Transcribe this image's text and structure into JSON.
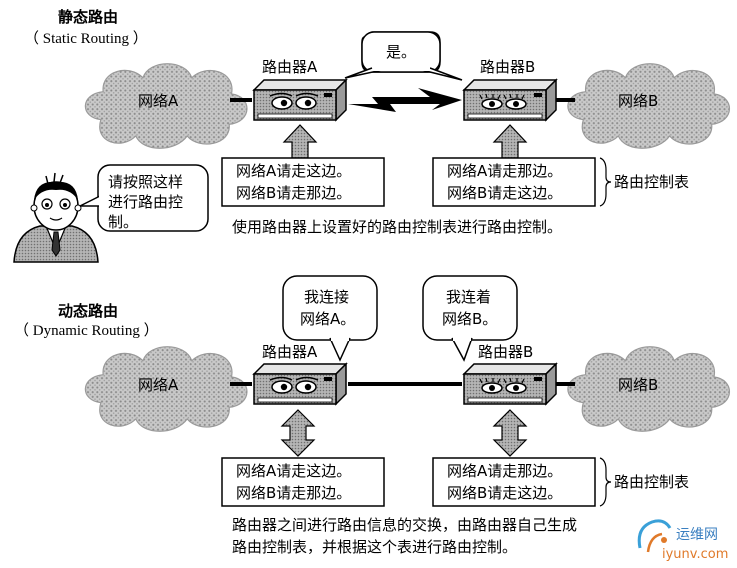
{
  "static": {
    "title": "静态路由",
    "subtitle": "（ Static Routing ）",
    "network_a": "网络A",
    "network_b": "网络B",
    "router_a": "路由器A",
    "router_b": "路由器B",
    "bubble_b": "是。",
    "person_bubble_line1": "请按照这样",
    "person_bubble_line2": "进行路由控",
    "person_bubble_line3": "制。",
    "table_a": [
      "网络A请走这边。",
      "网络B请走那边。"
    ],
    "table_b": [
      "网络A请走那边。",
      "网络B请走这边。"
    ],
    "table_label": "路由控制表",
    "caption": "使用路由器上设置好的路由控制表进行路由控制。"
  },
  "dynamic": {
    "title": "动态路由",
    "subtitle": "（ Dynamic Routing ）",
    "network_a": "网络A",
    "network_b": "网络B",
    "router_a": "路由器A",
    "router_b": "路由器B",
    "bubble_a_line1": "我连接",
    "bubble_a_line2": "网络A。",
    "bubble_b_line1": "我连着",
    "bubble_b_line2": "网络B。",
    "table_a": [
      "网络A请走这边。",
      "网络B请走那边。"
    ],
    "table_b": [
      "网络A请走那边。",
      "网络B请走这边。"
    ],
    "table_label": "路由控制表",
    "caption_line1": "路由器之间进行路由信息的交换，由路由器自己生成",
    "caption_line2": "路由控制表，并根据这个表进行路由控制。"
  },
  "watermark": {
    "text_cn": "运维网",
    "text_url": "iyunv.com"
  }
}
